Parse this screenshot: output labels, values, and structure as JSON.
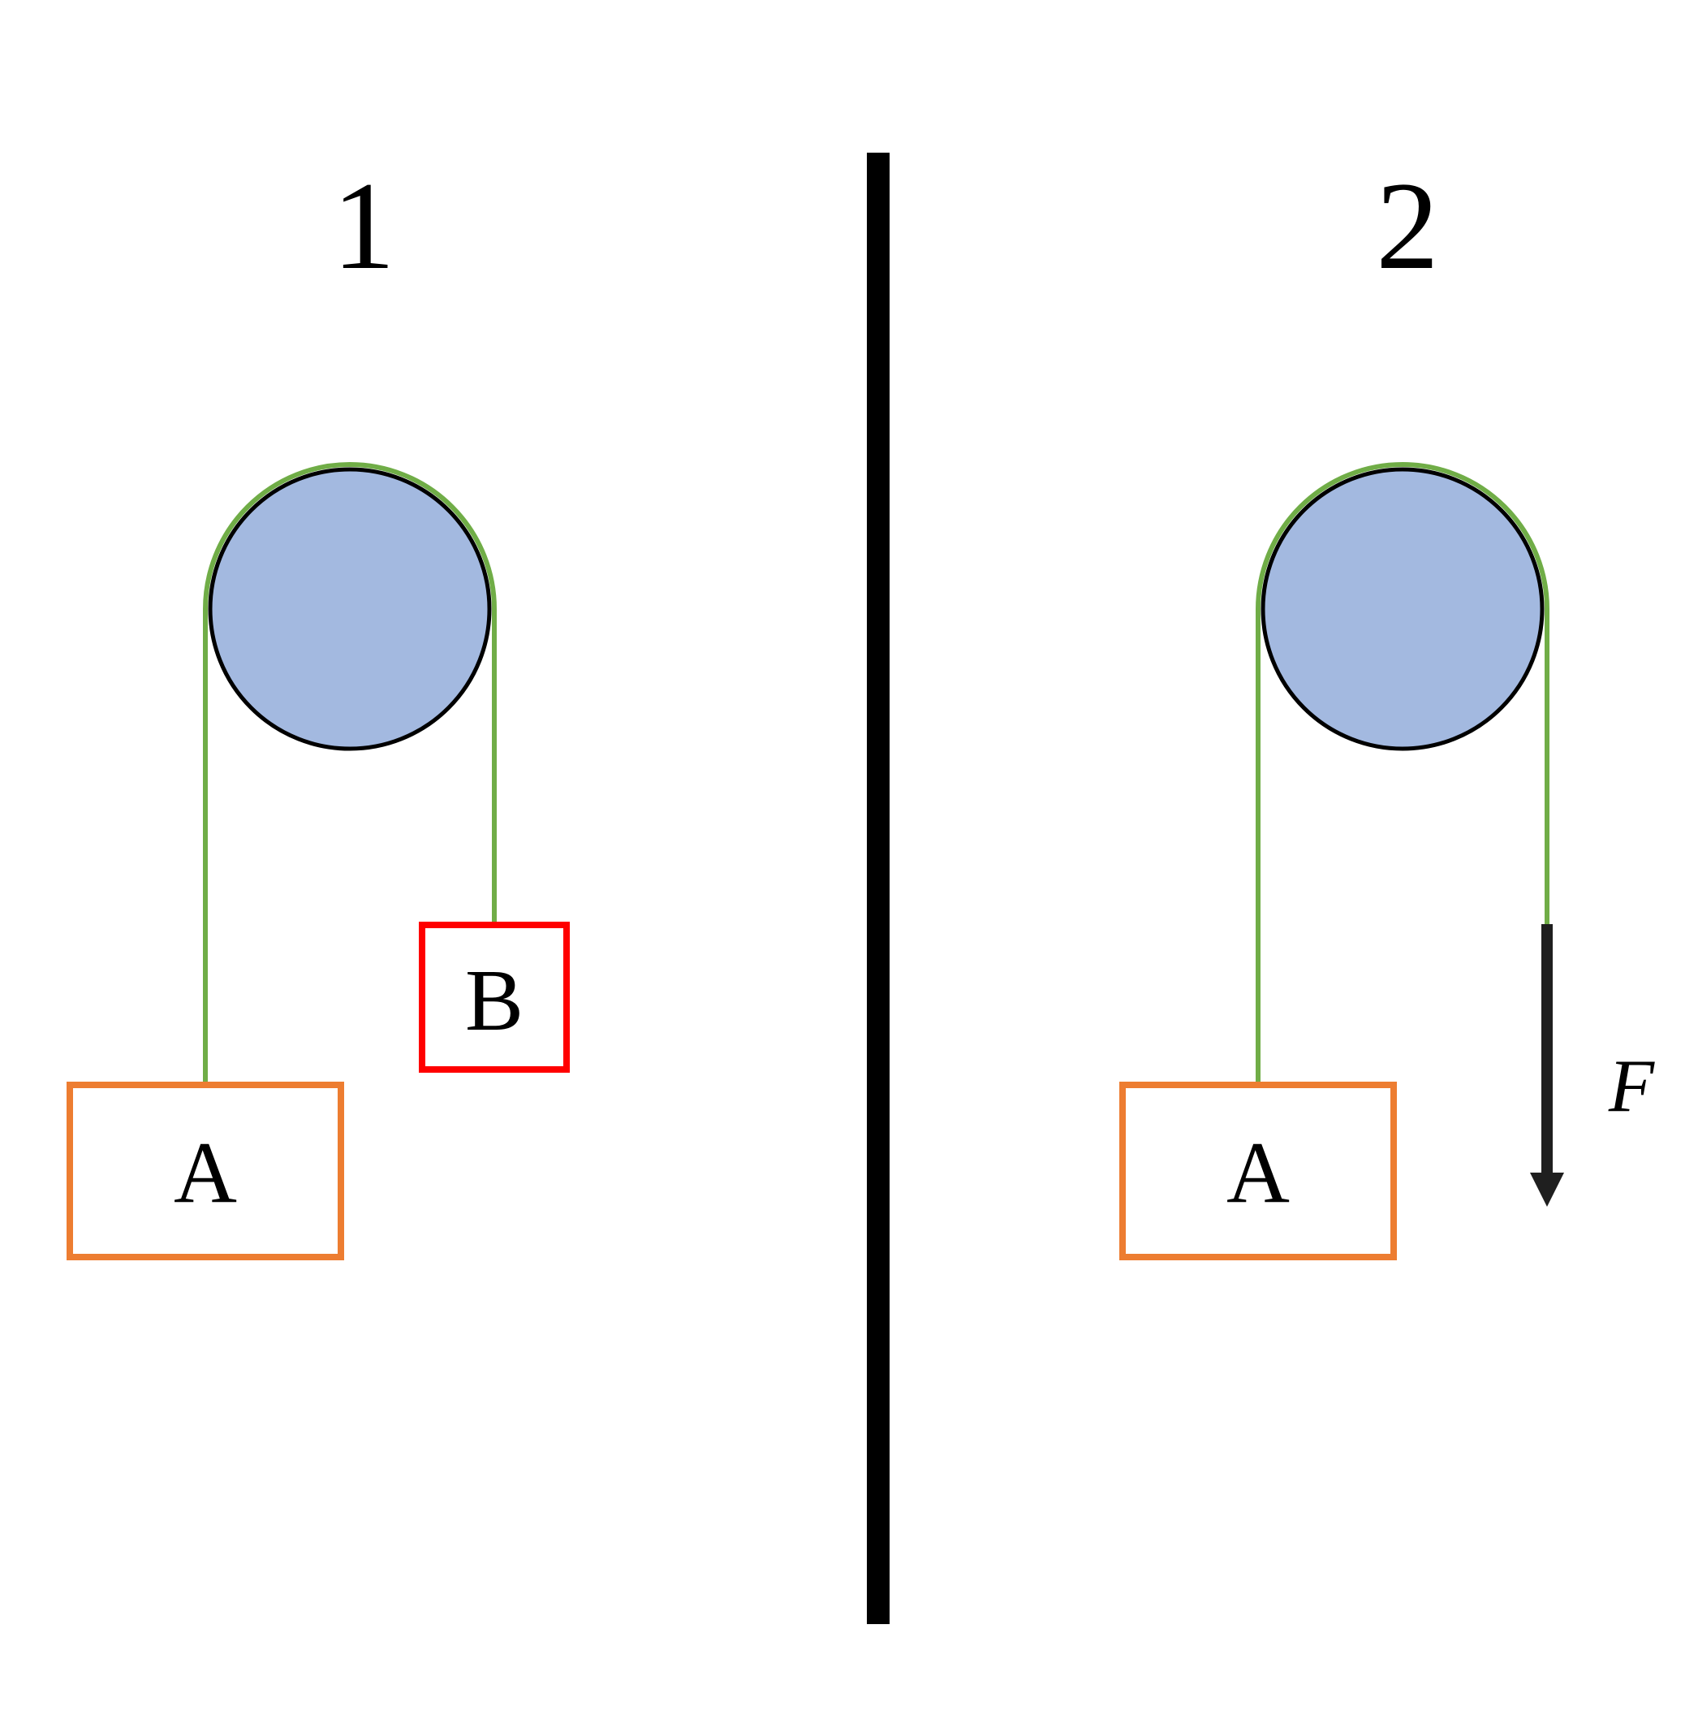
{
  "colors": {
    "pulley_fill": "#a3b9e0",
    "pulley_stroke": "#000000",
    "rope": "#70ad47",
    "block_a": "#ed7d31",
    "block_b": "#ff0000",
    "divider": "#000000",
    "force_arrow": "#1f1f1f"
  },
  "panels": [
    {
      "label": "1",
      "blocks": [
        {
          "label": "A"
        },
        {
          "label": "B"
        }
      ]
    },
    {
      "label": "2",
      "blocks": [
        {
          "label": "A"
        }
      ],
      "force": {
        "label": "F",
        "direction": "down"
      }
    }
  ]
}
